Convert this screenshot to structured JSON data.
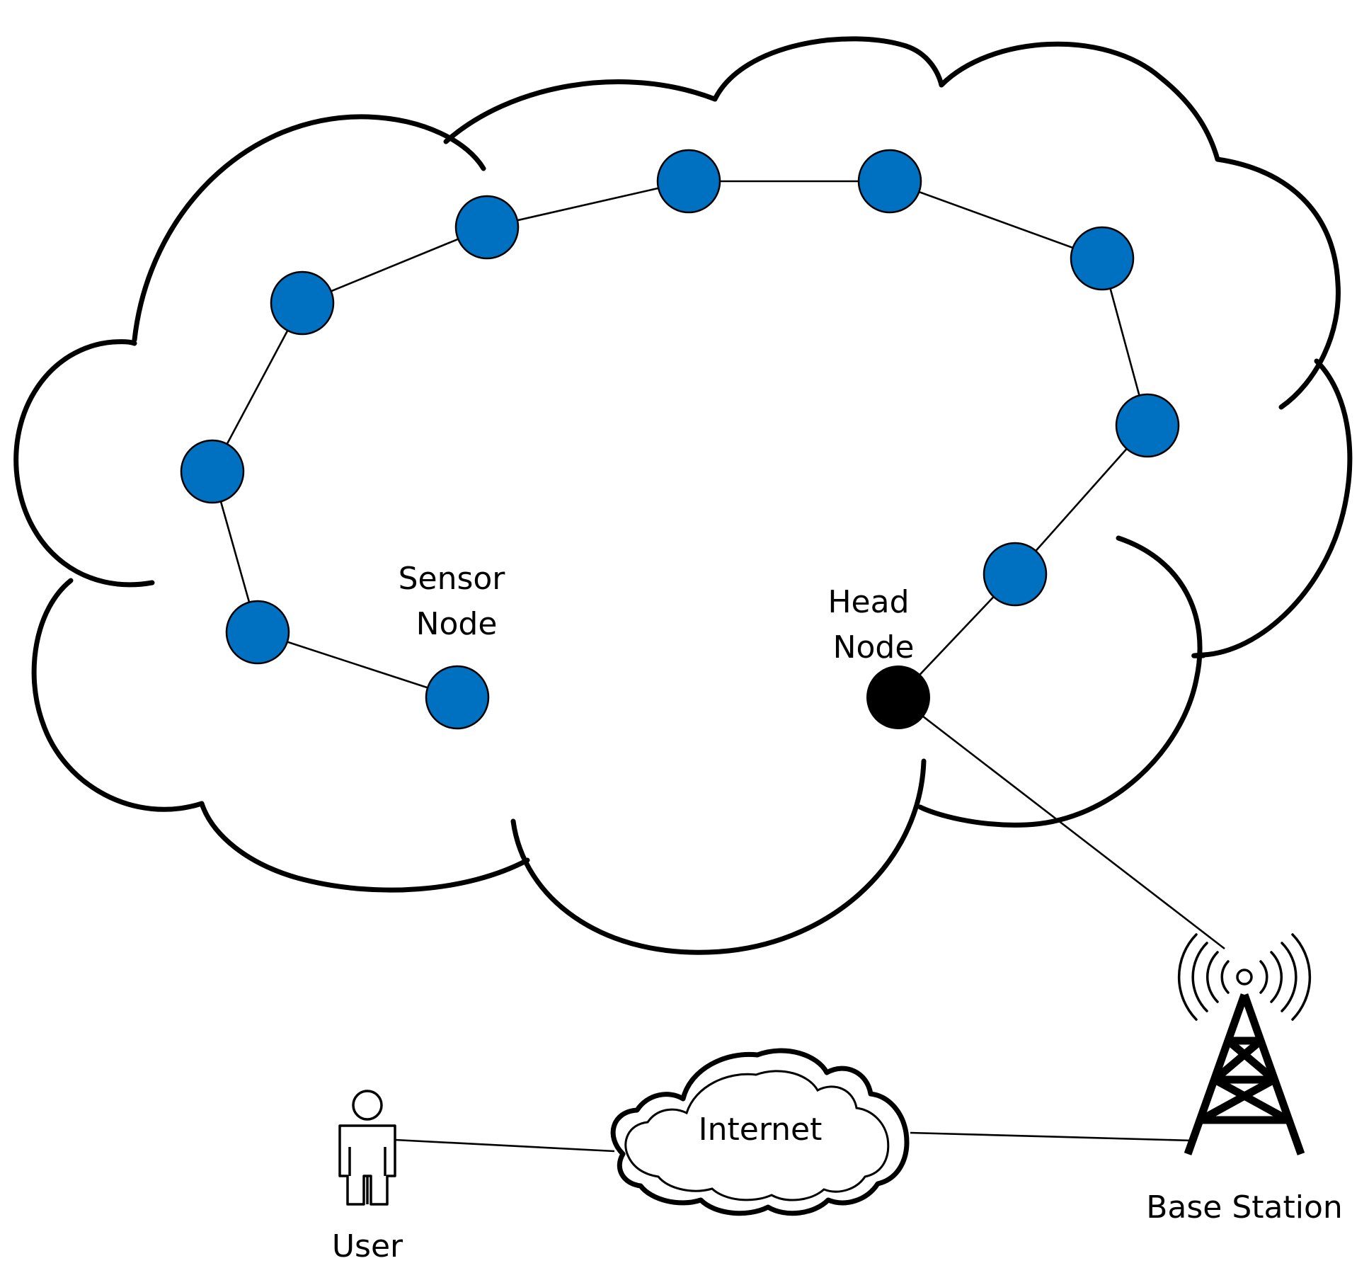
{
  "labels": {
    "sensor_node": [
      "Sensor",
      "Node"
    ],
    "head_node": [
      "Head",
      "Node"
    ],
    "internet": "Internet",
    "user": "User",
    "base_station": "Base Station"
  },
  "colors": {
    "sensor_node": "#0070C0",
    "head_node": "#000000",
    "line": "#000000",
    "background": "#FFFFFF"
  },
  "icons": {
    "user": "person-icon",
    "base_station": "radio-tower-icon",
    "internet": "cloud-icon",
    "network": "cloud-icon"
  }
}
